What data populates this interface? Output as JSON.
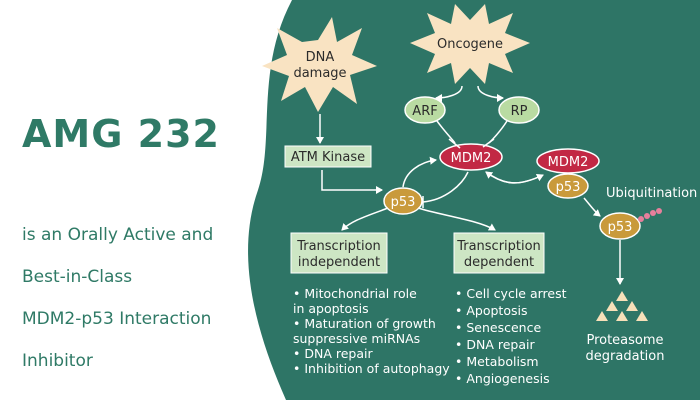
{
  "left": {
    "title": "AMG 232",
    "subtitle_lines": [
      "is an Orally Active and",
      "Best-in-Class",
      "MDM2-p53 Interaction",
      "Inhibitor"
    ]
  },
  "diagram": {
    "dna_damage": [
      "DNA",
      "damage"
    ],
    "oncogene": "Oncogene",
    "arf": "ARF",
    "rp": "RP",
    "mdm2": "MDM2",
    "atm_kinase": "ATM Kinase",
    "p53": "p53",
    "complex_mdm2": "MDM2",
    "complex_p53": "p53",
    "ubiquitination": "Ubiquitination",
    "ub_p53": "p53",
    "proteasome": [
      "Proteasome",
      "degradation"
    ],
    "independent_box": [
      "Transcription",
      "independent"
    ],
    "dependent_box": [
      "Transcription",
      "dependent"
    ],
    "independent_list": [
      "• Mitochondrial role",
      "in apoptosis",
      "• Maturation of growth",
      "suppressive miRNAs",
      "• DNA repair",
      "• Inhibition of autophagy"
    ],
    "dependent_list": [
      "• Cell cycle arrest",
      "• Apoptosis",
      "• Senescence",
      "• DNA repair",
      "• Metabolism",
      "• Angiogenesis"
    ]
  },
  "colors": {
    "accent": "#2f7a66",
    "panel": "#2e7566",
    "burst": "#f9e3c2",
    "mdm2": "#c22844",
    "p53": "#c99a3b",
    "light_green": "#b9dba2",
    "box": "#cde6c4",
    "ub_dots": "#e77f9c"
  }
}
